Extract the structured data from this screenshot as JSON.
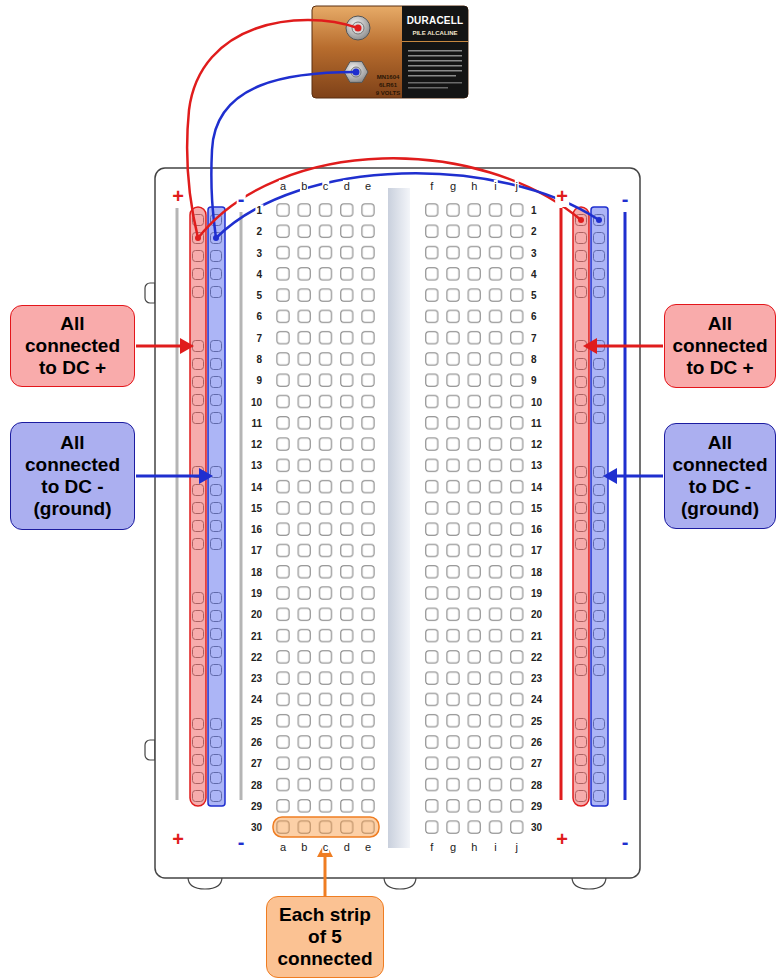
{
  "diagram": {
    "nodes": [
      {
        "text": [
          "All connected to DC +"
        ]
      },
      {
        "text": [
          "All connected to DC +"
        ]
      },
      {
        "text": [
          "All connected to DC - (ground)"
        ]
      },
      {
        "text": [
          "All connected to DC - (ground)"
        ]
      },
      {
        "text": [
          "Each strip of 5 connected"
        ]
      }
    ],
    "labels": [
      "DURACELL",
      "PILE ALCALINE",
      "MN1604",
      "6LR61",
      "9 VOLTS",
      "+",
      "-",
      "+",
      "-",
      "a",
      "b",
      "c",
      "d",
      "e",
      "f",
      "g",
      "h",
      "i",
      "j",
      "1",
      "1",
      "2",
      "2",
      "3",
      "3",
      "4",
      "4",
      "5",
      "5",
      "6",
      "6",
      "7",
      "7",
      "8",
      "8",
      "9",
      "9",
      "10",
      "10",
      "11",
      "11",
      "12",
      "12",
      "13",
      "13",
      "14",
      "14",
      "15",
      "15",
      "16",
      "16",
      "17",
      "17",
      "18",
      "18",
      "19",
      "19",
      "20",
      "20",
      "21",
      "21",
      "22",
      "22",
      "23",
      "23",
      "24",
      "24",
      "25",
      "25",
      "26",
      "26",
      "27",
      "27",
      "28",
      "28",
      "29",
      "29",
      "30",
      "30",
      "a",
      "b",
      "c",
      "d",
      "e",
      "f",
      "g",
      "h",
      "i",
      "j",
      "+",
      "-",
      "+",
      "-"
    ]
  }
}
